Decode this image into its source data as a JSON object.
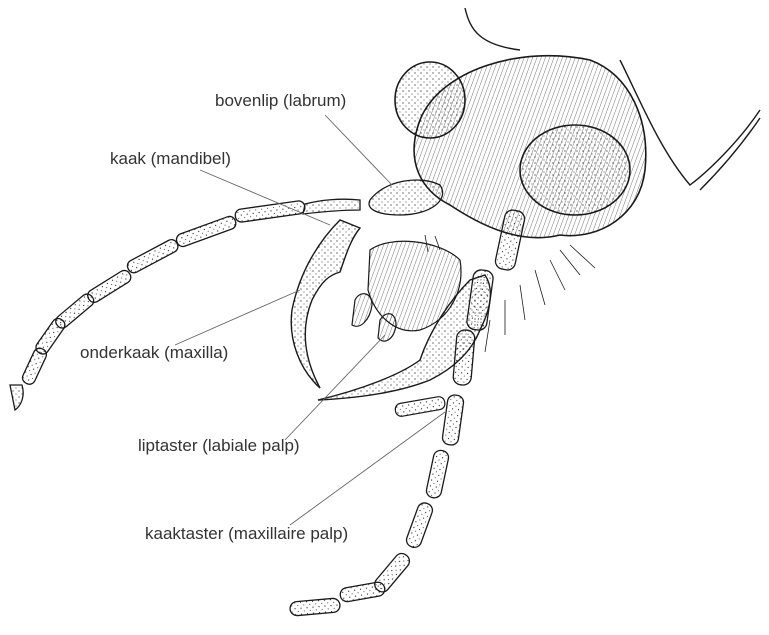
{
  "diagram": {
    "labels": [
      {
        "id": "labrum",
        "text": "bovenlip (labrum)"
      },
      {
        "id": "mandibel",
        "text": "kaak (mandibel)"
      },
      {
        "id": "maxilla",
        "text": "onderkaak (maxilla)"
      },
      {
        "id": "labial_palp",
        "text": "liptaster (labiale palp)"
      },
      {
        "id": "maxillary_palp",
        "text": "kaaktaster (maxillaire palp)"
      }
    ],
    "colors": {
      "ink": "#1a1a1a",
      "label_text": "#333333",
      "leader_line": "#666666",
      "background": "#ffffff"
    }
  }
}
